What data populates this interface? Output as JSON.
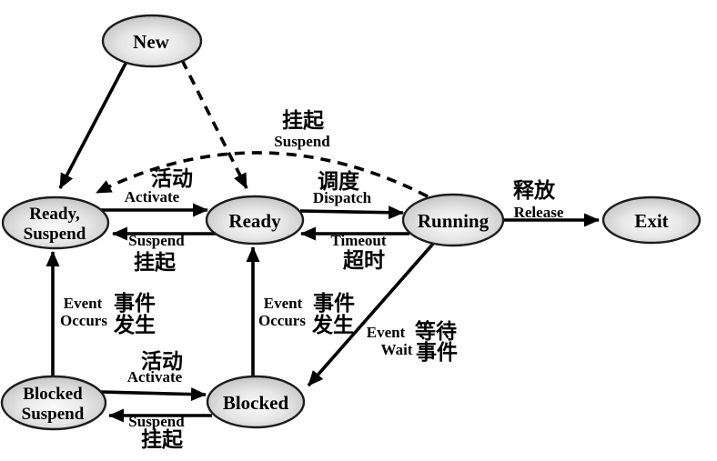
{
  "diagram": {
    "description": "Process state transition diagram (OS five/seven-state model) with Chinese and English edge labels",
    "colors": {
      "background": "#ffffff",
      "node_fill_light": "#fbfbfb",
      "node_fill_mid": "#d9d9d9",
      "node_fill_dark": "#8e8e8e",
      "node_outline": "#1c1c1c",
      "arrow": "#000000",
      "text": "#000000"
    },
    "nodes": {
      "new": {
        "label": "New"
      },
      "ready_suspend": {
        "line1": "Ready,",
        "line2": "Suspend"
      },
      "ready": {
        "label": "Ready"
      },
      "running": {
        "label": "Running"
      },
      "exit": {
        "label": "Exit"
      },
      "blocked_suspend": {
        "line1": "Blocked",
        "line2": "Suspend"
      },
      "blocked": {
        "label": "Blocked"
      }
    },
    "labels": {
      "suspend_arc_zh": "挂起",
      "suspend_arc_en": "Suspend",
      "activate_mid_zh": "活动",
      "activate_mid_en": "Activate",
      "dispatch_zh": "调度",
      "dispatch_en": "Dispatch",
      "suspend_mid_en": "Suspend",
      "suspend_mid_zh": "挂起",
      "timeout_en": "Timeout",
      "timeout_zh": "超时",
      "release_zh": "释放",
      "release_en": "Release",
      "event_left_en1": "Event",
      "event_left_en2": "Occurs",
      "event_left_zh1": "事件",
      "event_left_zh2": "发生",
      "event_mid_en1": "Event",
      "event_mid_en2": "Occurs",
      "event_mid_zh1": "事件",
      "event_mid_zh2": "发生",
      "event_wait_en1": "Event",
      "event_wait_en2": "Wait",
      "event_wait_zh1": "等待",
      "event_wait_zh2": "事件",
      "activate_bot_zh": "活动",
      "activate_bot_en": "Activate",
      "suspend_bot_en": "Suspend",
      "suspend_bot_zh": "挂起"
    },
    "edges": [
      {
        "from": "new",
        "to": "ready_suspend",
        "style": "solid",
        "label": null
      },
      {
        "from": "new",
        "to": "ready",
        "style": "dashed",
        "label": null
      },
      {
        "from": "running",
        "to": "ready_suspend",
        "style": "dashed",
        "label": "suspend_arc"
      },
      {
        "from": "ready_suspend",
        "to": "ready",
        "style": "solid",
        "label": "activate_mid"
      },
      {
        "from": "ready",
        "to": "ready_suspend",
        "style": "solid",
        "label": "suspend_mid"
      },
      {
        "from": "ready",
        "to": "running",
        "style": "solid",
        "label": "dispatch"
      },
      {
        "from": "running",
        "to": "ready",
        "style": "solid",
        "label": "timeout"
      },
      {
        "from": "running",
        "to": "exit",
        "style": "solid",
        "label": "release"
      },
      {
        "from": "blocked_suspend",
        "to": "ready_suspend",
        "style": "solid",
        "label": "event_left"
      },
      {
        "from": "blocked",
        "to": "ready",
        "style": "solid",
        "label": "event_mid"
      },
      {
        "from": "running",
        "to": "blocked",
        "style": "solid",
        "label": "event_wait"
      },
      {
        "from": "blocked_suspend",
        "to": "blocked",
        "style": "solid",
        "label": "activate_bot"
      },
      {
        "from": "blocked",
        "to": "blocked_suspend",
        "style": "solid",
        "label": "suspend_bot"
      }
    ]
  }
}
